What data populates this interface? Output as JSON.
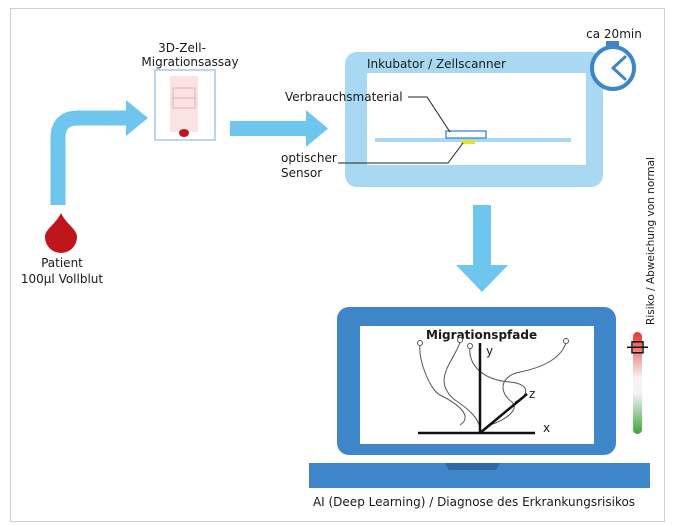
{
  "assay": {
    "title_line1": "3D-Zell-",
    "title_line2": "Migrationsassay"
  },
  "patient": {
    "line1": "Patient",
    "line2": "100µl Vollblut"
  },
  "incubator": {
    "title": "Inkubator / Zellscanner",
    "consumable": "Verbrauchsmaterial",
    "sensor_line1": "optischer",
    "sensor_line2": "Sensor"
  },
  "timer": {
    "label": "ca 20min"
  },
  "monitor": {
    "title": "Migrationspfade",
    "axis_x": "x",
    "axis_y": "y",
    "axis_z": "z"
  },
  "risk_scale": {
    "label": "Risiko / Abweichung von normal",
    "level": 0.85
  },
  "footer": {
    "caption": "AI (Deep Learning) / Diagnose des Erkrankungsrisikos"
  },
  "colors": {
    "arrow": "#6ec6ef",
    "device": "#a9d8f2",
    "monitor": "#3f86c9",
    "blood": "#c0161b",
    "risk_high": "#e8362a",
    "risk_low": "#3da53a"
  }
}
